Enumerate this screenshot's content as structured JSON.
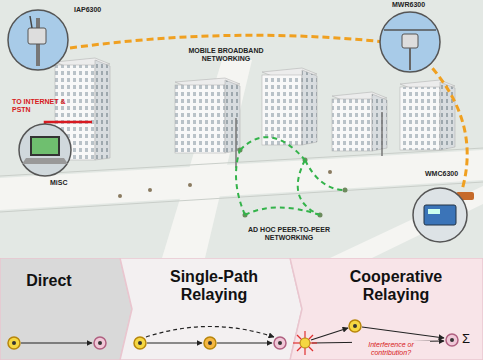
{
  "diagram": {
    "nodes": [
      {
        "text": [
          "Direct"
        ]
      },
      {
        "text": [
          "Single-Path Relaying"
        ]
      },
      {
        "text": [
          "Cooperative Relaying"
        ]
      }
    ],
    "labels": [
      "IAP6300",
      "MOBILE BROADBAND NETWORKING",
      "MWR6300",
      "TO INTERNET & PSTN",
      "MiSC",
      "WMC6300",
      "AD HOC PEER-TO-PEER NETWORKING",
      "Interference or contribution?",
      "Σ"
    ]
  }
}
